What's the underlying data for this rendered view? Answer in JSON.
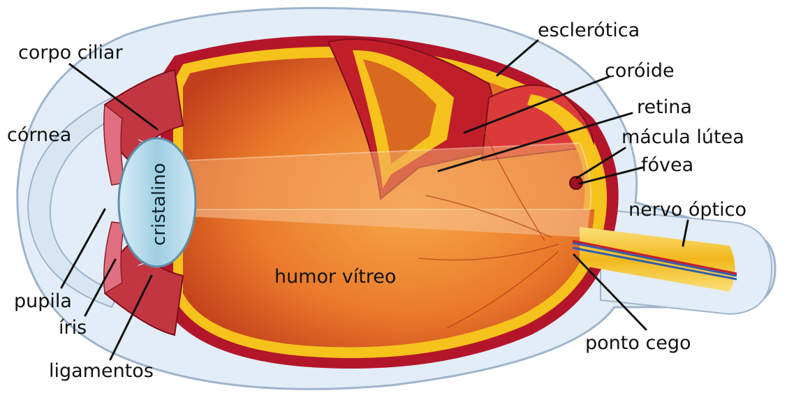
{
  "labels": {
    "esclerotica": "esclerótica",
    "corpo_ciliar": "corpo ciliar",
    "coroide": "coróide",
    "retina": "retina",
    "cornea": "córnea",
    "macula_lutea": "mácula lútea",
    "fovea": "fóvea",
    "cristalino": "cristalino",
    "nervo_optico": "nervo óptico",
    "humor_vitreo": "humor vítreo",
    "pupila": "pupila",
    "iris": "íris",
    "ponto_cego": "ponto cego",
    "ligamentos": "ligamentos"
  },
  "colors": {
    "sclera": "#dfe9f5",
    "sclera_edge": "#9fb4cc",
    "choroid": "#b3162a",
    "retina": "#f6c21c",
    "vitreous_light": "#f7a042",
    "vitreous_dark": "#c8461a",
    "lens": "#a9d4e6",
    "iris": "#d65a6a"
  }
}
